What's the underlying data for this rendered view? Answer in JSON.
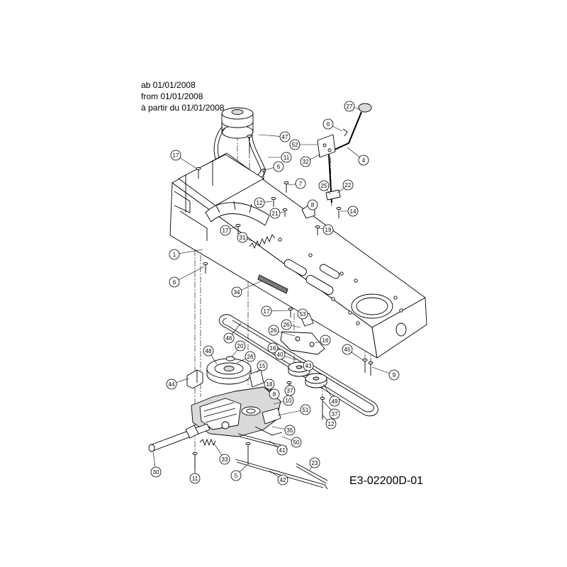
{
  "header": {
    "line1": "ab 01/01/2008",
    "line2": "from 01/01/2008",
    "line3": "à partir du 01/01/2008"
  },
  "drawing_number": "E3-02200D-01",
  "colors": {
    "background": "#ffffff",
    "line": "#000000",
    "callout_fill": "#ffffff",
    "highlight": "#f2e27c"
  },
  "callouts": [
    {
      "label": "27"
    },
    {
      "label": "6"
    },
    {
      "label": "47"
    },
    {
      "label": "52"
    },
    {
      "label": "4"
    },
    {
      "label": "11"
    },
    {
      "label": "17"
    },
    {
      "label": "6"
    },
    {
      "label": "32"
    },
    {
      "label": "7"
    },
    {
      "label": "25"
    },
    {
      "label": "22"
    },
    {
      "label": "12"
    },
    {
      "label": "8"
    },
    {
      "label": "21"
    },
    {
      "label": "14"
    },
    {
      "label": "17"
    },
    {
      "label": "31"
    },
    {
      "label": "19"
    },
    {
      "label": "1"
    },
    {
      "label": "6"
    },
    {
      "label": "34"
    },
    {
      "label": "17"
    },
    {
      "label": "53"
    },
    {
      "label": "26"
    },
    {
      "label": "26"
    },
    {
      "label": "46"
    },
    {
      "label": "16"
    },
    {
      "label": "20"
    },
    {
      "label": "48"
    },
    {
      "label": "26"
    },
    {
      "label": "16"
    },
    {
      "label": "45"
    },
    {
      "label": "40"
    },
    {
      "label": "15"
    },
    {
      "label": "43"
    },
    {
      "label": "9"
    },
    {
      "label": "44"
    },
    {
      "label": "18"
    },
    {
      "label": "8"
    },
    {
      "label": "37"
    },
    {
      "label": "10"
    },
    {
      "label": "51"
    },
    {
      "label": "49"
    },
    {
      "label": "37"
    },
    {
      "label": "12"
    },
    {
      "label": "35"
    },
    {
      "label": "50",
      "highlighted": true
    },
    {
      "label": "41"
    },
    {
      "label": "33"
    },
    {
      "label": "30"
    },
    {
      "label": "23"
    },
    {
      "label": "11"
    },
    {
      "label": "5"
    },
    {
      "label": "42"
    }
  ]
}
